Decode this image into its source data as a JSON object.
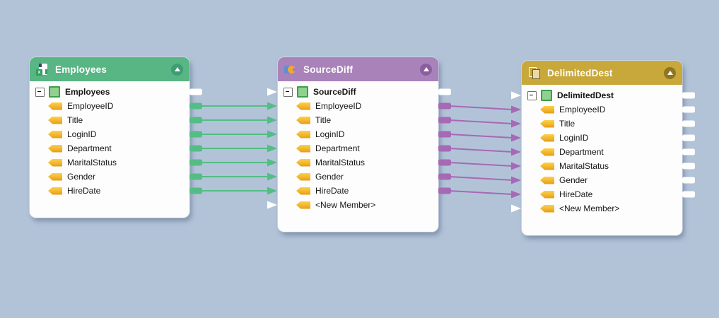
{
  "canvas_background": "#b2c3d8",
  "components": [
    {
      "title": "Employees",
      "root": "Employees",
      "icon": "excel-file-icon",
      "collapse_icon": "collapse-up-icon",
      "colors": {
        "header": "#58b584",
        "header_dark": "#3d9e71"
      },
      "fields": [
        "EmployeeID",
        "Title",
        "LoginID",
        "Department",
        "MaritalStatus",
        "Gender",
        "HireDate"
      ]
    },
    {
      "title": "SourceDiff",
      "root": "SourceDiff",
      "icon": "source-transform-icon",
      "collapse_icon": "collapse-up-icon",
      "colors": {
        "header": "#a982ba",
        "header_dark": "#8a5fa0"
      },
      "fields": [
        "EmployeeID",
        "Title",
        "LoginID",
        "Department",
        "MaritalStatus",
        "Gender",
        "HireDate",
        "<New Member>"
      ]
    },
    {
      "title": "DelimitedDest",
      "root": "DelimitedDest",
      "icon": "delimited-file-icon",
      "collapse_icon": "collapse-up-icon",
      "colors": {
        "header": "#c8a73b",
        "header_dark": "#8d761d"
      },
      "fields": [
        "EmployeeID",
        "Title",
        "LoginID",
        "Department",
        "MaritalStatus",
        "Gender",
        "HireDate",
        "<New Member>"
      ]
    }
  ],
  "connections": [
    {
      "from": "Employees",
      "to": "SourceDiff",
      "color": "#54bd85",
      "links": [
        "EmployeeID",
        "Title",
        "LoginID",
        "Department",
        "MaritalStatus",
        "Gender",
        "HireDate"
      ]
    },
    {
      "from": "SourceDiff",
      "to": "DelimitedDest",
      "color": "#a669b4",
      "links": [
        "EmployeeID",
        "Title",
        "LoginID",
        "Department",
        "MaritalStatus",
        "Gender",
        "HireDate"
      ]
    }
  ],
  "unconnected": {
    "stub_color": "#ffffff",
    "output_stubs": [
      {
        "component": "Employees",
        "member": "Employees"
      },
      {
        "component": "SourceDiff",
        "member": "SourceDiff"
      },
      {
        "component": "DelimitedDest",
        "member": "DelimitedDest"
      },
      {
        "component": "DelimitedDest",
        "member": "EmployeeID"
      },
      {
        "component": "DelimitedDest",
        "member": "Title"
      },
      {
        "component": "DelimitedDest",
        "member": "LoginID"
      },
      {
        "component": "DelimitedDest",
        "member": "Department"
      },
      {
        "component": "DelimitedDest",
        "member": "MaritalStatus"
      },
      {
        "component": "DelimitedDest",
        "member": "Gender"
      },
      {
        "component": "DelimitedDest",
        "member": "HireDate"
      }
    ],
    "input_arrows": [
      {
        "component": "SourceDiff",
        "member": "SourceDiff"
      },
      {
        "component": "SourceDiff",
        "member": "<New Member>"
      },
      {
        "component": "DelimitedDest",
        "member": "DelimitedDest"
      },
      {
        "component": "DelimitedDest",
        "member": "<New Member>"
      }
    ]
  }
}
